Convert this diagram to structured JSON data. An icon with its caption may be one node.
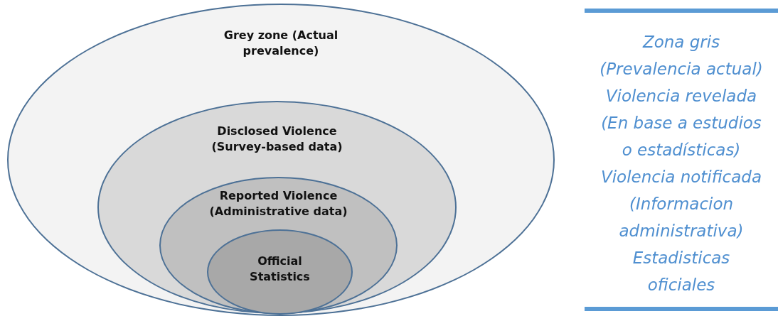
{
  "diagram": {
    "nodes": [
      {
        "text": [
          "Grey zone (Actual prevalence)"
        ]
      },
      {
        "text": [
          "Disclosed Violence (Survey-based data)"
        ],
        "in": 0
      },
      {
        "text": [
          "Reported Violence (Administrative data)"
        ],
        "in": 1
      },
      {
        "text": [
          "Official Statistics"
        ],
        "in": 2
      }
    ],
    "labels": [
      "Zona gris",
      "(Prevalencia actual)",
      "Violencia revelada",
      "(En base a estudios o estadísticas)",
      "Violencia notificada",
      "(Informacion administrativa)",
      "Estadisticas oficiales"
    ]
  }
}
